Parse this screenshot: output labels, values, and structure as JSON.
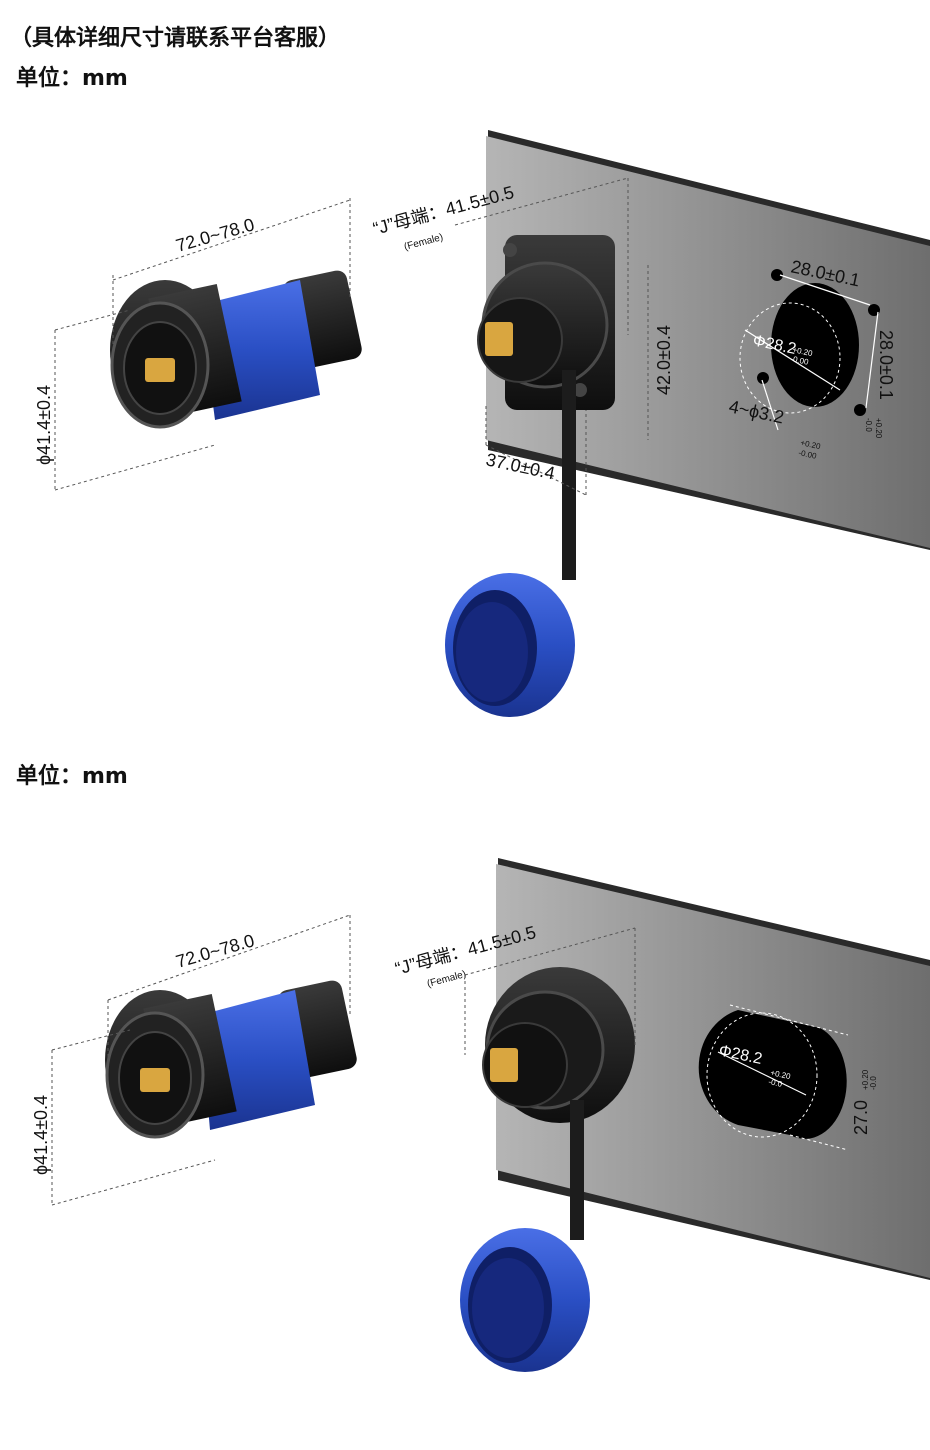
{
  "header": {
    "note": "（具体详细尺寸请联系平台客服）",
    "unit_label": "单位：mm"
  },
  "section2": {
    "unit_label": "单位：mm"
  },
  "figure1": {
    "plug_length": "72.0~78.0",
    "plug_diameter": "ϕ41.4±0.4",
    "female_label": "“J”母端：41.5±0.5",
    "female_sub": "(Female)",
    "height": "42.0±0.4",
    "width": "37.0±0.4",
    "hole_spacing_h": "28.0±0.1",
    "hole_spacing_v": "28.0±0.1",
    "hole_spacing_v_tol_upper": "+0.20",
    "hole_spacing_v_tol_lower": "-0.0",
    "cutout_diameter": "Φ28.2",
    "cutout_tol_upper": "+0.20",
    "cutout_tol_lower": "-0.00",
    "mount_holes": "4~ϕ3.2",
    "mount_holes_tol_upper": "+0.20",
    "mount_holes_tol_lower": "-0.00"
  },
  "figure2": {
    "plug_length": "72.0~78.0",
    "plug_diameter": "ϕ41.4±0.4",
    "female_label": "“J”母端：41.5±0.5",
    "female_sub": "(Female)",
    "cutout_diameter": "Φ28.2",
    "cutout_tol_upper": "+0.20",
    "cutout_tol_lower": "-0.0",
    "flat_dim": "27.0",
    "flat_tol_upper": "+0.20",
    "flat_tol_lower": "-0.0"
  },
  "colors": {
    "connector_black": "#1a1a1a",
    "cap_blue": "#2a4fc4",
    "panel_gray": "#8c8c8c",
    "gold_contacts": "#d9a640"
  }
}
